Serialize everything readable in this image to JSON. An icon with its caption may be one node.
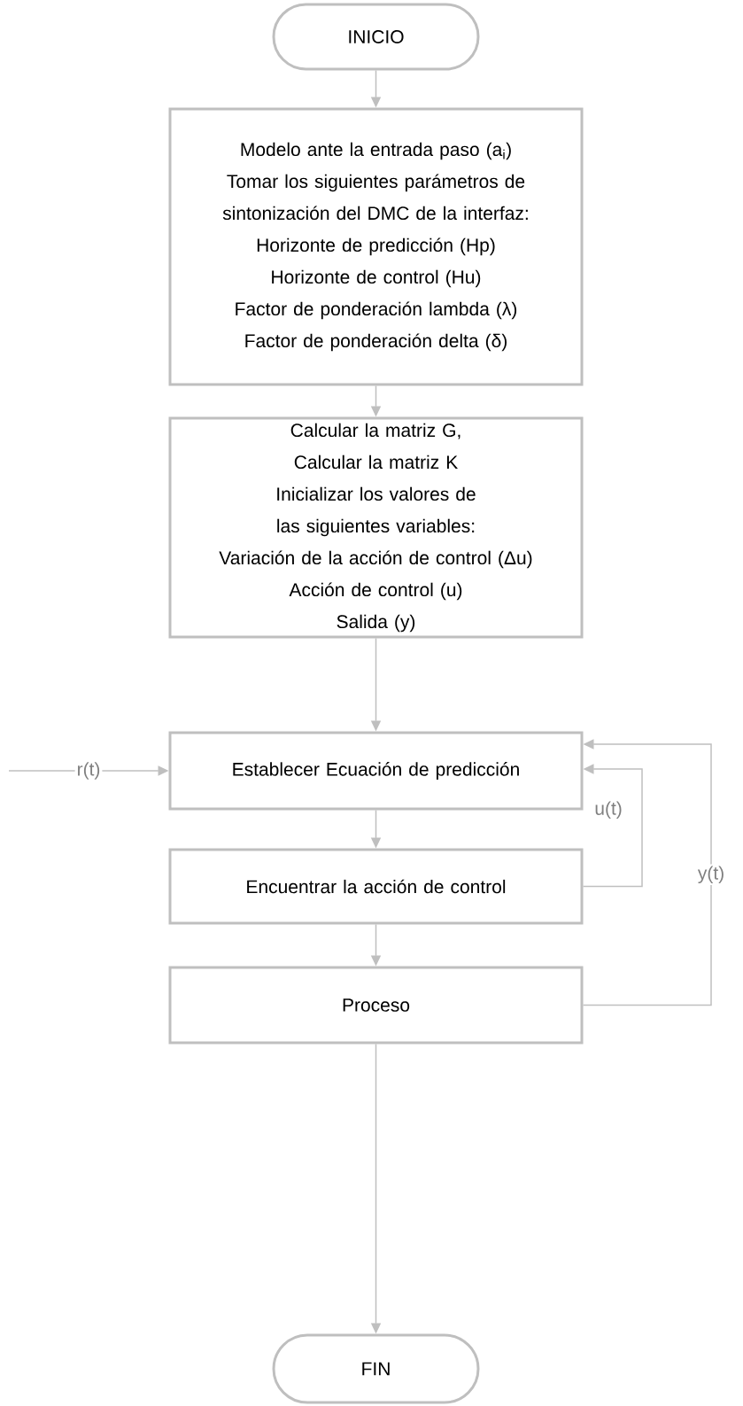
{
  "diagram": {
    "nodes": [
      {
        "text": [
          "INICIO"
        ]
      },
      {
        "text": [
          "Modelo ante la entrada paso (a$_{i}$)",
          "Tomar los siguientes parámetros de sintonización del DMC de la interfaz:",
          "Horizonte de predicción (Hp)",
          "Horizonte de control (Hu)",
          "Factor de ponderación lambda (λ)",
          "Factor de ponderación delta (δ)"
        ]
      },
      {
        "text": [
          "Calcular la matriz G,",
          "Calcular la matriz K",
          "Inicializar los valores de las siguientes variables:",
          "Variación de la acción de control (Δu)",
          "Acción de control (u)",
          "Salida (y)"
        ]
      },
      {
        "text": [
          "Establecer Ecuación de predicción"
        ]
      },
      {
        "text": [
          "Encuentrar la acción de control"
        ]
      },
      {
        "text": [
          "Proceso"
        ]
      },
      {
        "text": [
          "FIN"
        ]
      }
    ],
    "edges": [
      {
        "from": 0,
        "to": 1,
        "arrow": "to"
      },
      {
        "from": 1,
        "to": 2,
        "arrow": "to"
      },
      {
        "from": 2,
        "to": 3,
        "arrow": "to"
      },
      {
        "from": 3,
        "to": 4,
        "arrow": "to"
      },
      {
        "from": 4,
        "to": 5,
        "arrow": "to"
      },
      {
        "from": 5,
        "to": 6,
        "arrow": "to"
      },
      {
        "from": null,
        "to": 3,
        "arrow": "to",
        "label": "r(t)"
      },
      {
        "from": 4,
        "to": 3,
        "arrow": "to",
        "label": "u(t)"
      },
      {
        "from": 5,
        "to": 3,
        "arrow": "to",
        "label": "y(t)"
      }
    ]
  }
}
